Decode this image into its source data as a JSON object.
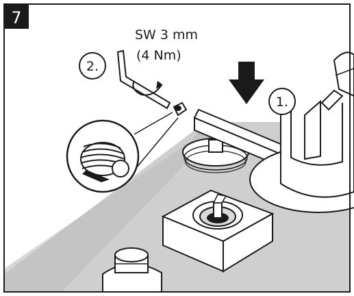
{
  "step": {
    "number": "7",
    "badge_color": "#1a1a1a"
  },
  "callouts": {
    "first": "1.",
    "second": "2."
  },
  "tool": {
    "size_label": "SW 3 mm",
    "torque_label": "(4 Nm)"
  },
  "colors": {
    "line": "#1a1a1a",
    "surface": "#c8c8c8",
    "surface_shadow": "#a9a9a9",
    "panel": "#ffffff"
  }
}
